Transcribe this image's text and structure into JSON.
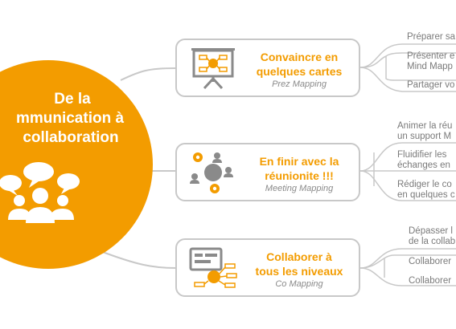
{
  "center": {
    "line1": "De la",
    "line2": "mmunication à",
    "line3": "collaboration"
  },
  "cards": [
    {
      "title_line1": "Convaincre en",
      "title_line2": "quelques cartes",
      "subtitle": "Prez Mapping",
      "leaves": [
        {
          "line1": "Préparer sa"
        },
        {
          "line1": "Présenter e",
          "line2": "Mind Mapp"
        },
        {
          "line1": "Partager vo"
        }
      ]
    },
    {
      "title_line1": "En finir avec la",
      "title_line2": "réunionite !!!",
      "subtitle": "Meeting Mapping",
      "leaves": [
        {
          "line1": "Animer la réu",
          "line2": "un support M"
        },
        {
          "line1": "Fluidifier les",
          "line2": "échanges en"
        },
        {
          "line1": "Rédiger le co",
          "line2": "en quelques c"
        }
      ]
    },
    {
      "title_line1": "Collaborer à",
      "title_line2": "tous les niveaux",
      "subtitle": "Co Mapping",
      "leaves": [
        {
          "line1": "Dépasser l",
          "line2": "de la collab"
        },
        {
          "line1": "Collaborer"
        },
        {
          "line1": "Collaborer"
        }
      ]
    }
  ],
  "colors": {
    "accent": "#f39c00",
    "connector": "#c8c8c8",
    "icon_gray": "#8a8a8a"
  }
}
